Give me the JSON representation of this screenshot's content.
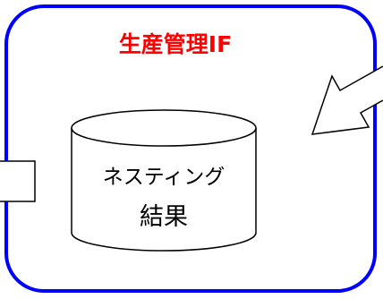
{
  "diagram": {
    "container": {
      "title": "生産管理IF",
      "title_color": "#ff0000",
      "border_color": "#0000ff"
    },
    "database": {
      "label_line1": "ネスティング",
      "label_line2": "結果"
    },
    "left_connector": {
      "shape": "partial-rectangle"
    },
    "incoming_arrow": {
      "shape": "hollow-arrow",
      "direction": "down-left"
    }
  }
}
